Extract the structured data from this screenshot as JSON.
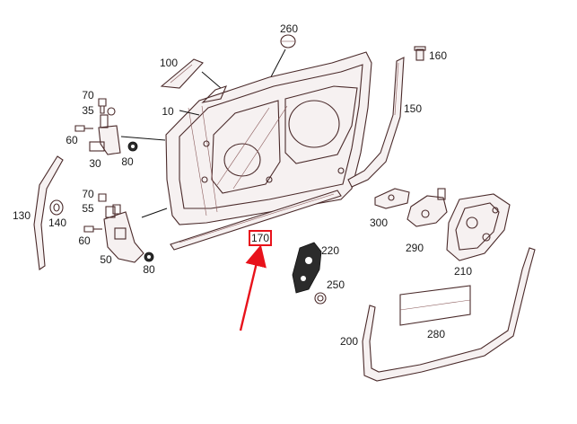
{
  "labels": {
    "p260": "260",
    "p100": "100",
    "p10": "10",
    "p70a": "70",
    "p35": "35",
    "p60a": "60",
    "p30": "30",
    "p80a": "80",
    "p70b": "70",
    "p55": "55",
    "p60b": "60",
    "p50": "50",
    "p80b": "80",
    "p130": "130",
    "p140": "140",
    "p160": "160",
    "p150": "150",
    "p300": "300",
    "p290": "290",
    "p210": "210",
    "p220": "220",
    "p250": "250",
    "p170": "170",
    "p200": "200",
    "p280": "280"
  },
  "colors": {
    "highlight": "#e8121b",
    "line": "#4a2a2a"
  }
}
